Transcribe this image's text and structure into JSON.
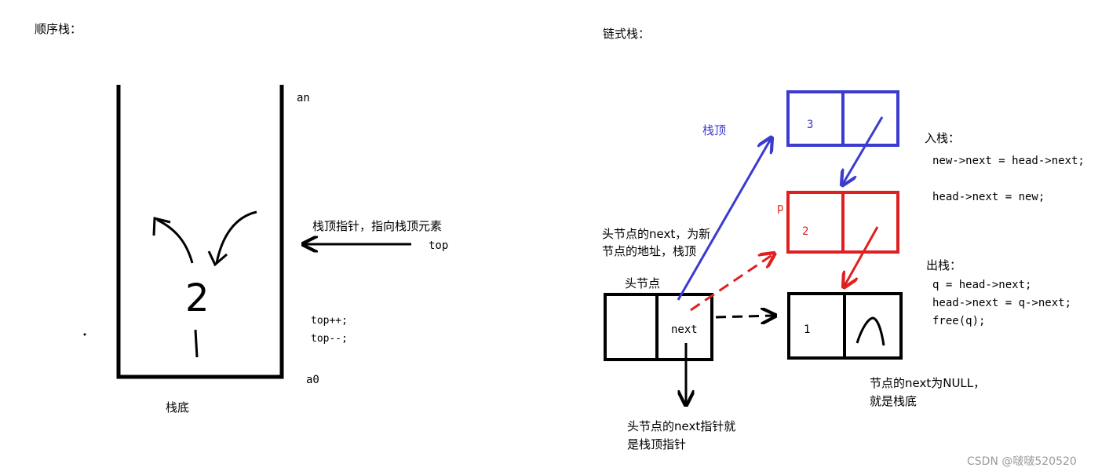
{
  "left": {
    "title": "顺序栈：",
    "label_an": "an",
    "label_a0": "a0",
    "label_bottom": "栈底",
    "pointer_text": "栈顶指针，指向栈顶元素",
    "pointer_var": "top",
    "op_push": "top++;",
    "op_pop": "top--;",
    "element_upper": "2",
    "element_lower": "1"
  },
  "right": {
    "title": "链式栈：",
    "top_label": "栈顶",
    "node_top_value": "3",
    "node_mid_value": "2",
    "node_bottom_value": "1",
    "p_label": "p",
    "head_label": "头节点",
    "head_next_field": "next",
    "head_note_line1": "头节点的next，为新",
    "head_note_line2": "节点的地址，栈顶",
    "head_pointer_note_line1": "头节点的next指针就",
    "head_pointer_note_line2": "是栈顶指针",
    "bottom_note_line1": "节点的next为NULL，",
    "bottom_note_line2": "就是栈底",
    "push_title": "入栈：",
    "push_code1": "new->next = head->next;",
    "push_code2": "head->next = new;",
    "pop_title": "出栈：",
    "pop_code1": "q = head->next;",
    "pop_code2": "head->next = q->next;",
    "pop_code3": "free(q);"
  },
  "watermark": "CSDN @啵啵520520",
  "colors": {
    "blue": "#3b3bd0",
    "red": "#e02020",
    "black": "#000000"
  }
}
